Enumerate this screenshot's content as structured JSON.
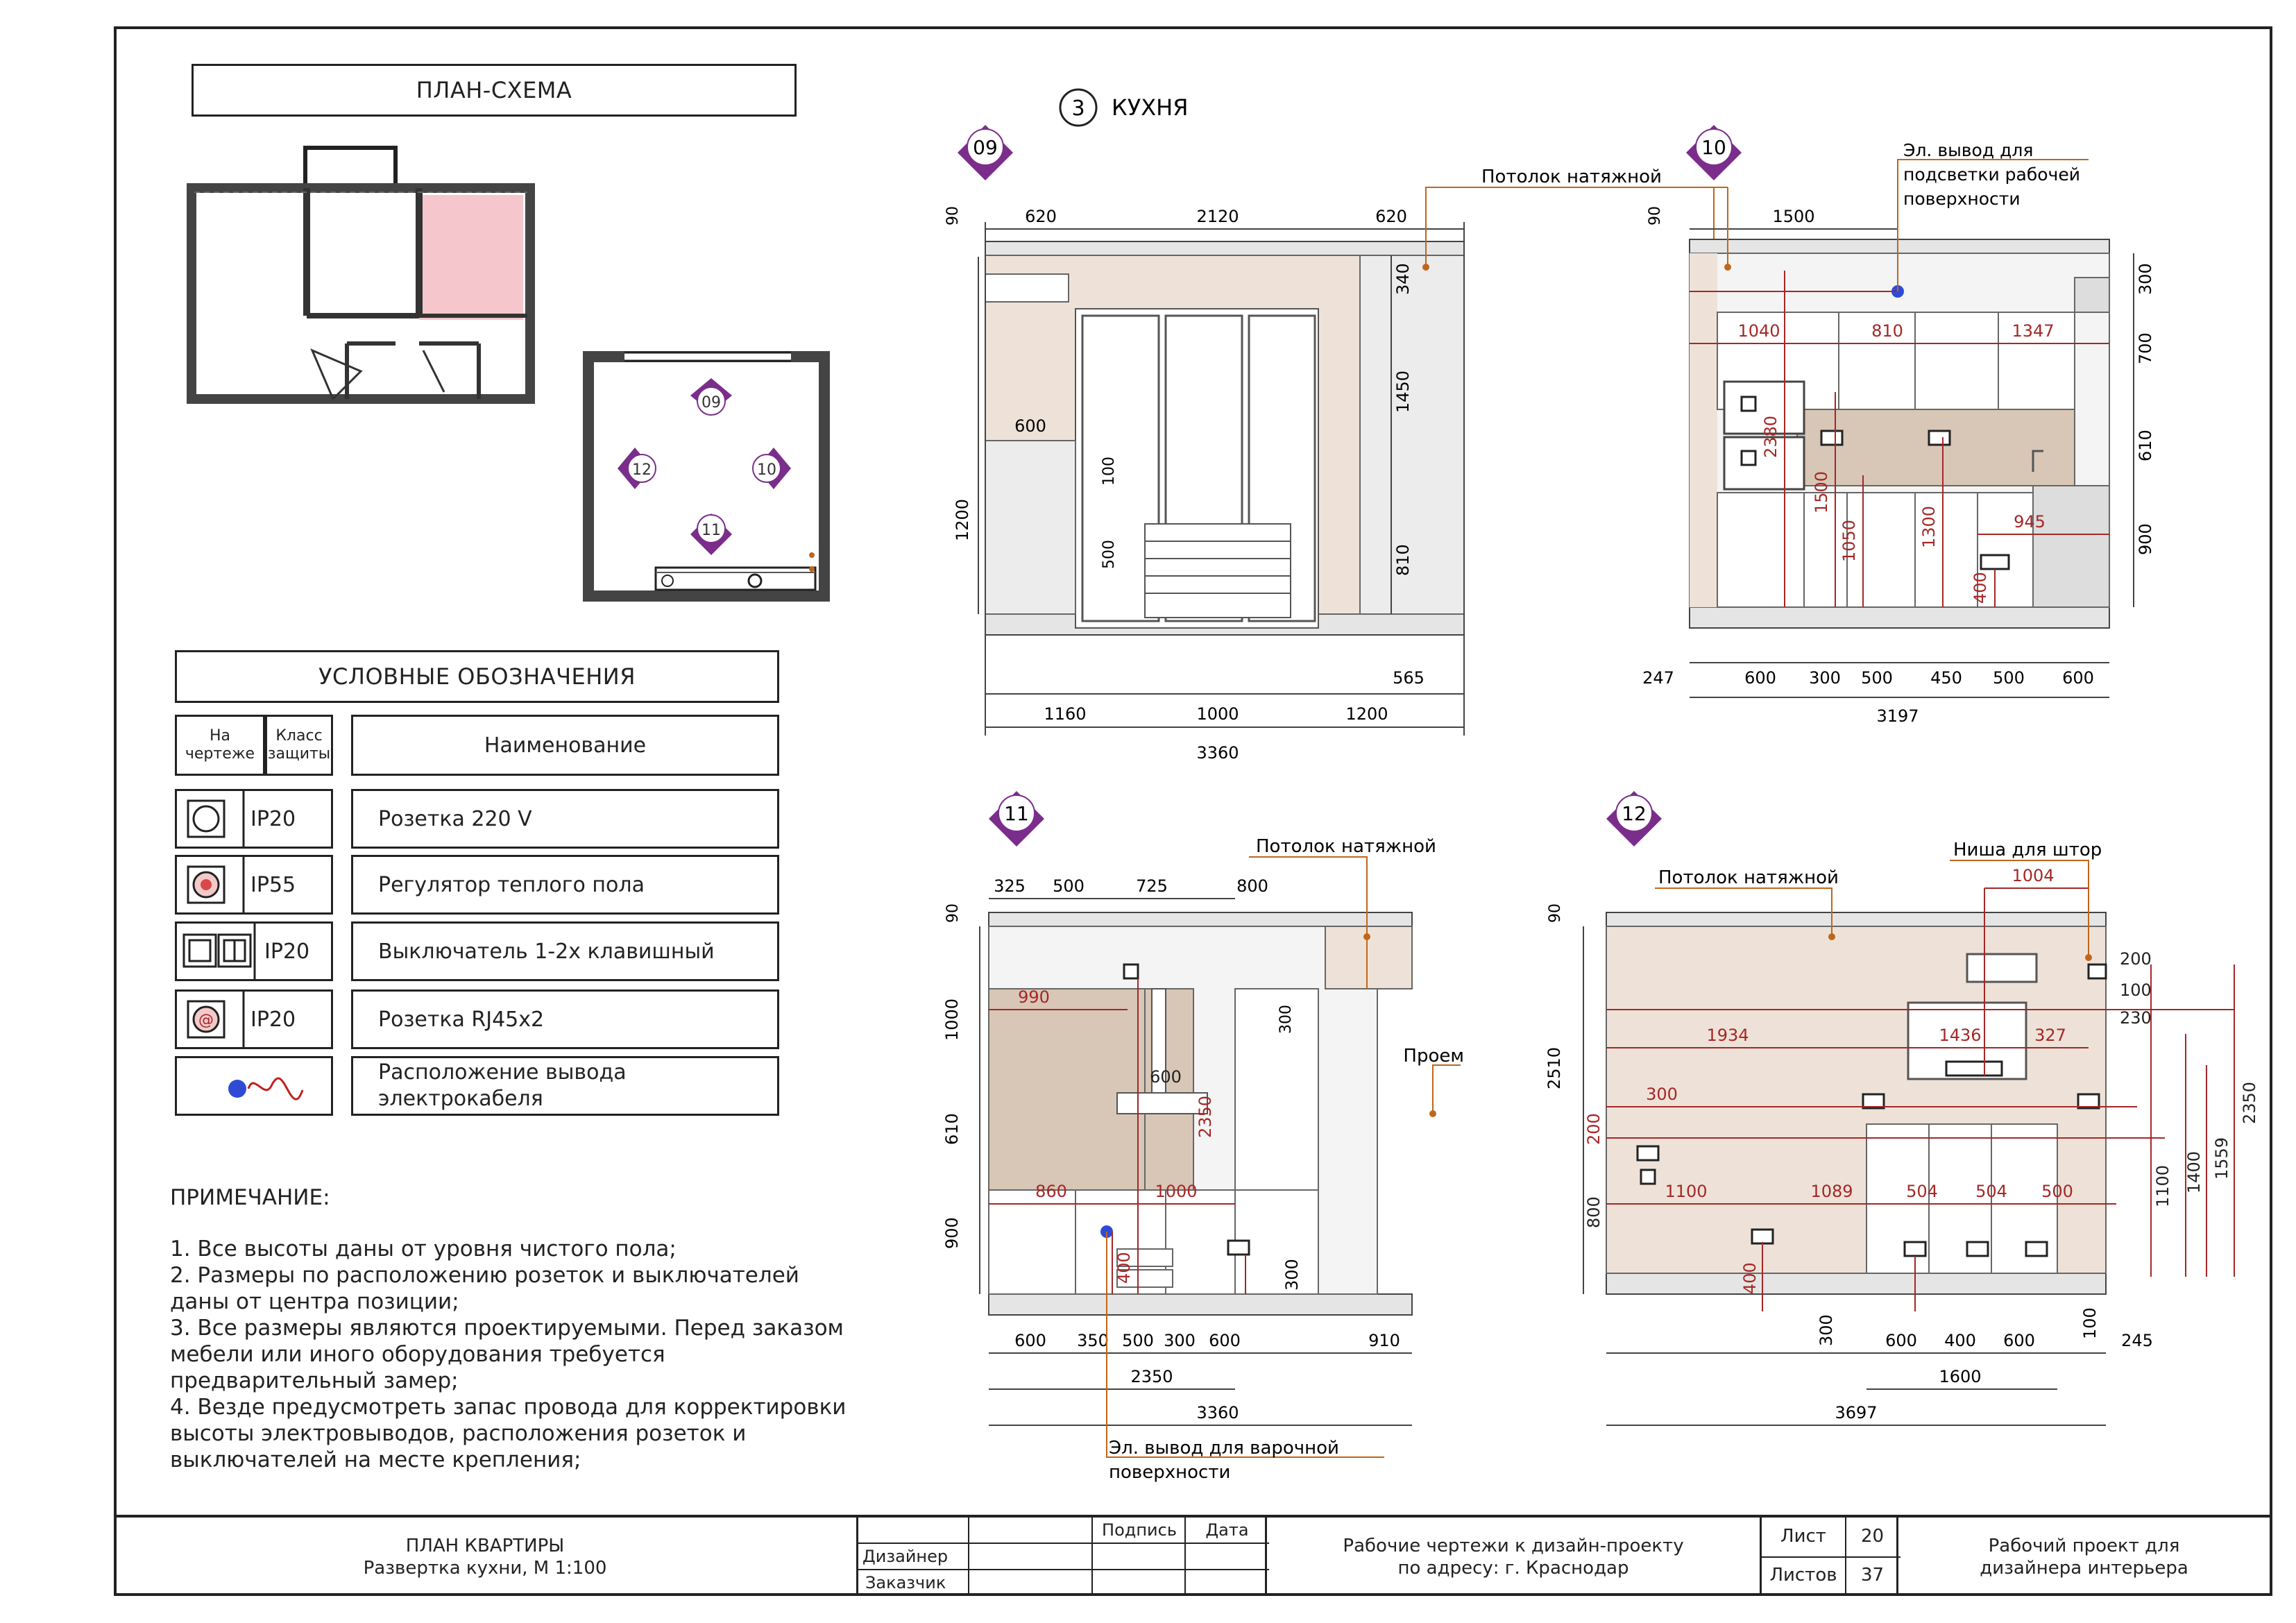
{
  "plan_title": "ПЛАН-СХЕМА",
  "room_title": "КУХНЯ",
  "room_number": "3",
  "view_markers": {
    "v09": "09",
    "v10": "10",
    "v11": "11",
    "v12": "12"
  },
  "legend": {
    "title": "УСЛОВНЫЕ ОБОЗНАЧЕНИЯ",
    "col_symbol": "На чертеже",
    "col_class": "Класс защиты",
    "col_name": "Наименование",
    "rows": [
      {
        "class": "IP20",
        "name": "Розетка 220 V",
        "icon": "socket-icon"
      },
      {
        "class": "IP55",
        "name": "Регулятор теплого пола",
        "icon": "floor-heating-regulator-icon"
      },
      {
        "class": "IP20",
        "name": "Выключатель 1-2х клавишный",
        "icon": "switch-icon"
      },
      {
        "class": "IP20",
        "name": "Розетка RJ45x2",
        "icon": "rj45-socket-icon"
      },
      {
        "class": "",
        "name": "Расположение вывода электрокабеля",
        "icon": "cable-outlet-icon"
      }
    ]
  },
  "notes": {
    "heading": "ПРИМЕЧАНИЕ:",
    "lines": [
      "1. Все высоты даны от уровня чистого пола;",
      "2. Размеры по расположению розеток и выключателей",
      "даны от центра позиции;",
      "3. Все размеры являются проектируемыми. Перед заказом",
      "мебели или иного оборудования требуется",
      "предварительный замер;",
      "4. Везде предусмотреть запас провода для корректировки",
      "высоты электровыводов, расположения розеток и",
      "выключателей на месте крепления;"
    ]
  },
  "callouts": {
    "ceiling": "Потолок натяжной",
    "work_light_1": "Эл. вывод для",
    "work_light_2": "подсветки рабочей",
    "work_light_3": "поверхности",
    "hob_1": "Эл. вывод для варочной",
    "hob_2": "поверхности",
    "opening": "Проем",
    "curtain": "Ниша для штор"
  },
  "dims": {
    "v09": {
      "top": [
        "620",
        "2120",
        "620"
      ],
      "bottom": [
        "1160",
        "1000",
        "1200"
      ],
      "total": "3360",
      "right": [
        "340",
        "1450",
        "810"
      ],
      "left_top": "90",
      "left": "1200",
      "inner": [
        "600",
        "100",
        "500",
        "565"
      ]
    },
    "v10": {
      "top": "1500",
      "red": [
        "1040",
        "810",
        "1347",
        "945",
        "2380",
        "1500",
        "1050",
        "1300",
        "400"
      ],
      "right": [
        "300",
        "700",
        "610",
        "900"
      ],
      "bottom": [
        "247",
        "600",
        "300",
        "500",
        "450",
        "500",
        "600"
      ],
      "total": "3197",
      "left_top": "90"
    },
    "v11": {
      "top": [
        "325",
        "500",
        "725",
        "800"
      ],
      "left": [
        "90",
        "1000",
        "610",
        "900"
      ],
      "red": [
        "990",
        "600",
        "2350",
        "860",
        "1000",
        "400",
        "300"
      ],
      "right": "300",
      "bottom": [
        "600",
        "350",
        "500",
        "300",
        "600",
        "910"
      ],
      "sub": "2350",
      "total": "3360"
    },
    "v12": {
      "red": [
        "1004",
        "200",
        "100",
        "230",
        "1934",
        "1436",
        "327",
        "300",
        "200",
        "1100",
        "1089",
        "504",
        "504",
        "500",
        "400",
        "2350",
        "1559",
        "1400",
        "1100",
        "800"
      ],
      "left": [
        "90",
        "2510"
      ],
      "bottom": [
        "300",
        "600",
        "400",
        "600",
        "100",
        "245"
      ],
      "sub": "1600",
      "total": "3697"
    }
  },
  "title_block": {
    "plan_line1": "ПЛАН КВАРТИРЫ",
    "plan_line2": "Развертка кухни, М 1:100",
    "sign": "Подпись",
    "date": "Дата",
    "designer": "Дизайнер",
    "customer": "Заказчик",
    "project_line1": "Рабочие чертежи к дизайн-проекту",
    "project_line2": "по адресу: г. Краснодар",
    "sheet_label": "Лист",
    "sheet_value": "20",
    "sheets_label": "Листов",
    "sheets_value": "37",
    "work_line1": "Рабочий проект для",
    "work_line2": "дизайнера интерьера"
  },
  "colors": {
    "accent": "#7b2d8b",
    "leader": "#c0661b",
    "dim_red": "#a52727",
    "wall_fill": "#eee2d8",
    "tile": "#d8c6b6"
  }
}
